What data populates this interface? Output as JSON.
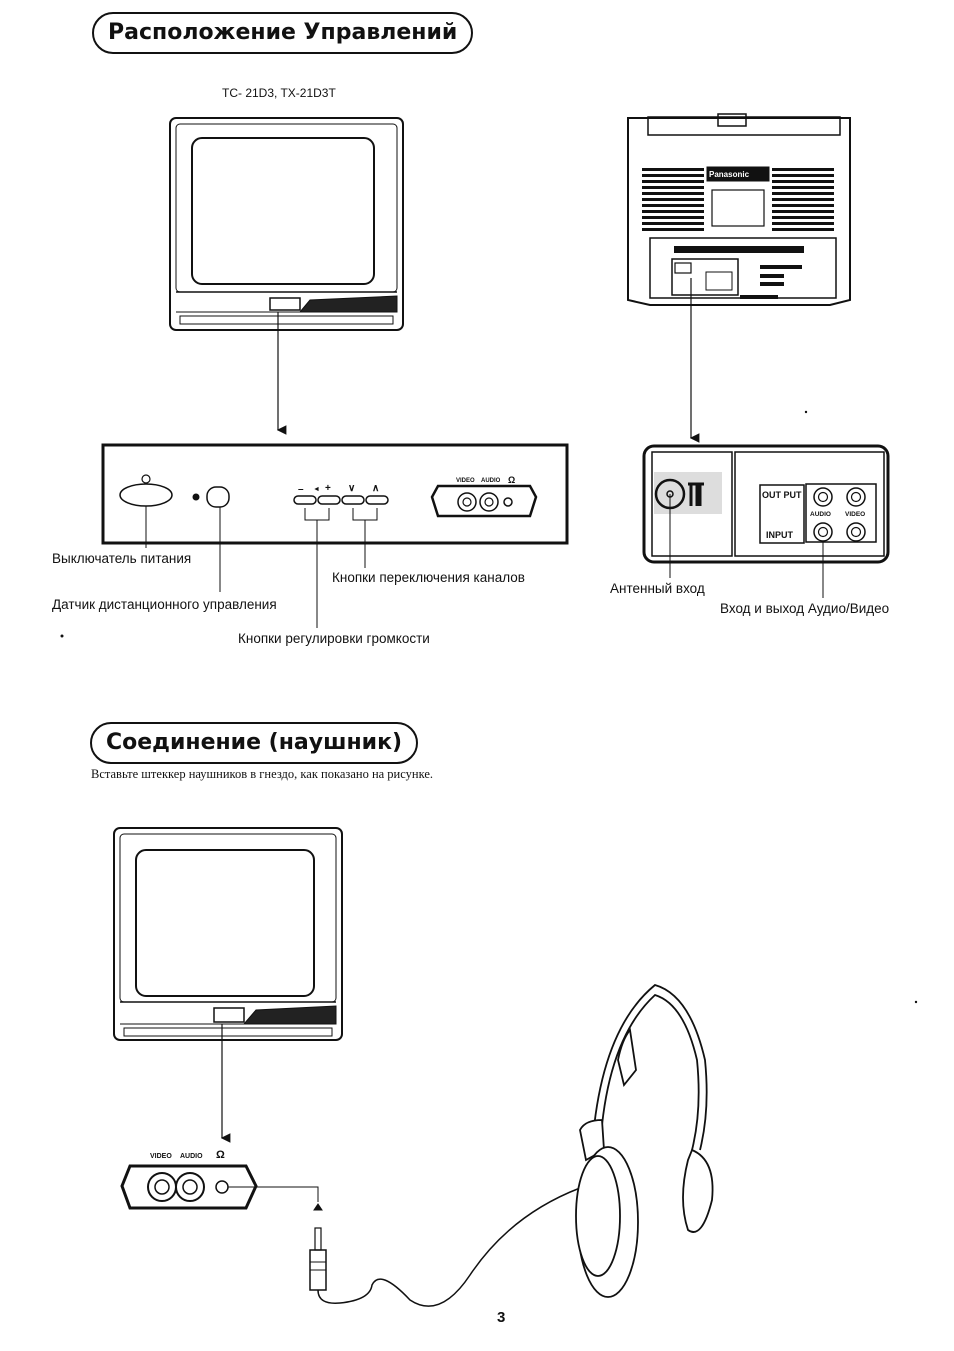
{
  "section1": {
    "title": "Расположение Управлений",
    "model": "TC- 21D3, TX-21D3T",
    "labels": {
      "power": "Выключатель питания",
      "remote_sensor": "Датчик дистанционного управления",
      "channel_buttons": "Кнопки переключения каналов",
      "volume_buttons": "Кнопки регулировки громкости",
      "antenna": "Антенный вход",
      "av_io": "Вход и выход Аудио/Видео"
    },
    "panel_text": {
      "video": "VIDEO",
      "audio": "AUDIO",
      "headphone_symbol": "Ω",
      "minus": "–",
      "vol_sym": "◄",
      "plus": "+",
      "down": "∨",
      "up": "∧",
      "output": "OUT PUT",
      "input": "INPUT",
      "brand": "Panasonic"
    }
  },
  "section2": {
    "title": "Соединение (наушник)",
    "instruction": "Вставьте штеккер наушников в гнездо, как показано на рисунке.",
    "jack_text": {
      "video": "VIDEO",
      "audio": "AUDIO",
      "headphone_symbol": "Ω"
    }
  },
  "page_number": "3"
}
